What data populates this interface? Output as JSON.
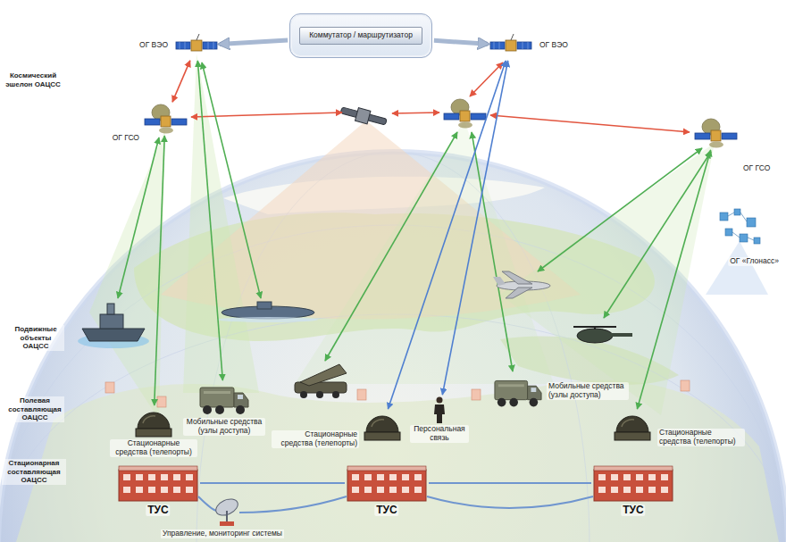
{
  "diagram": {
    "nodes": [
      {
        "text": [
          "Коммутатор / маршрутизатор"
        ]
      },
      {
        "text": [
          "ОГ ВЭО"
        ]
      },
      {
        "text": [
          "ОГ ВЭО"
        ]
      },
      {
        "text": [
          "ОГ ГСО"
        ]
      },
      {
        "text": [
          "ОГ ГСО"
        ]
      },
      {
        "text": [
          "ОГ «Глонасс»"
        ]
      },
      {
        "text": [
          "Мобильные средства (узлы доступа)"
        ]
      },
      {
        "text": [
          "Персональная связь"
        ]
      },
      {
        "text": [
          "Мобильные средства (узлы доступа)"
        ]
      },
      {
        "text": [
          "Стационарные средства (телепорты)"
        ]
      },
      {
        "text": [
          "Стационарные средства (телепорты)"
        ]
      },
      {
        "text": [
          "Стационарные средства (телепорты)"
        ]
      },
      {
        "text": [
          "ТУС"
        ]
      },
      {
        "text": [
          "ТУС"
        ]
      },
      {
        "text": [
          "ТУС"
        ]
      }
    ],
    "edges": [
      {
        "from": 0,
        "to": 1,
        "arrow": "to"
      },
      {
        "from": 0,
        "to": 2,
        "arrow": "to"
      },
      {
        "from": 1,
        "to": 3,
        "arrow": "both"
      },
      {
        "from": 1,
        "to": 6,
        "arrow": "both"
      },
      {
        "from": 3,
        "to": 9,
        "arrow": "both"
      },
      {
        "from": 2,
        "to": 7,
        "arrow": "both"
      },
      {
        "from": 2,
        "to": 10,
        "arrow": "both"
      },
      {
        "from": 4,
        "to": 11,
        "arrow": "both"
      },
      {
        "from": 12,
        "to": 13,
        "arrow": "none"
      },
      {
        "from": 13,
        "to": 14,
        "arrow": "none"
      }
    ],
    "labels": [
      "Космический эшелон ОАЦСС",
      "Подвижные объекты ОАЦСС",
      "Полевая составляющая ОАЦСС",
      "Стационарная составляющая ОАЦСС",
      "Управление, мониторинг системы"
    ]
  }
}
